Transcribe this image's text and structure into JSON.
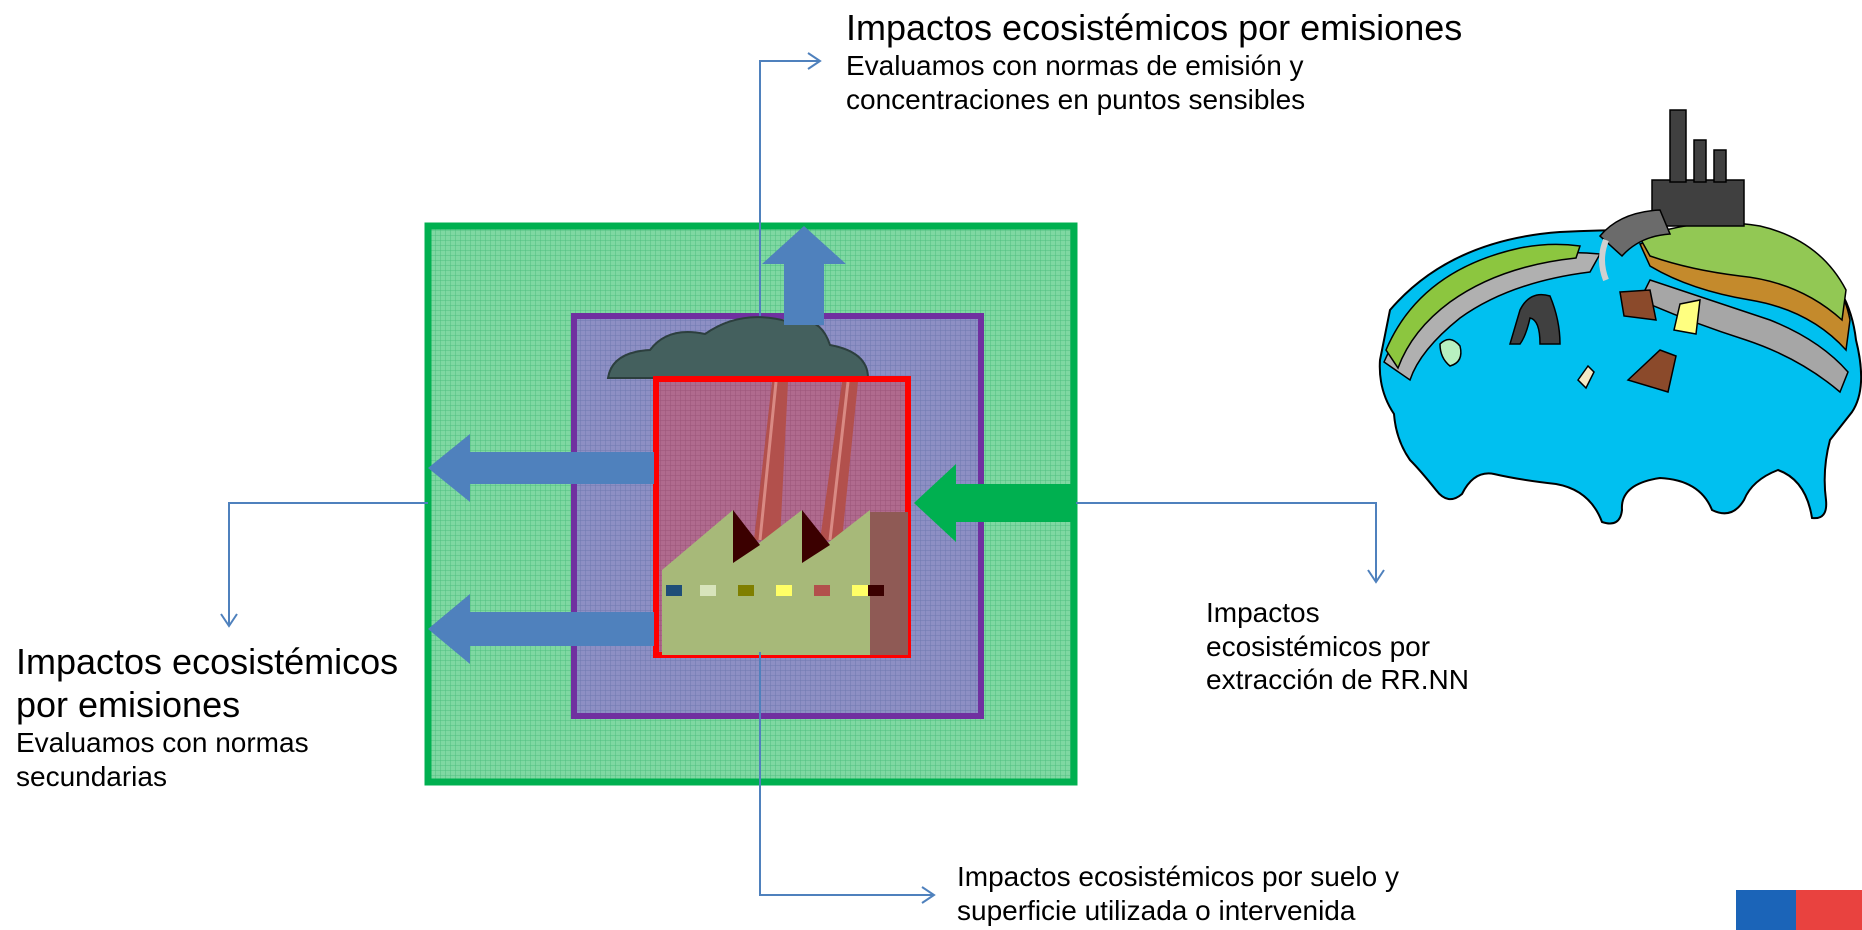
{
  "labels": {
    "top": {
      "title": "Impactos ecosistémicos por emisiones",
      "line1": "Evaluamos con normas de emisión y",
      "line2": "concentraciones en puntos sensibles"
    },
    "left": {
      "title1": "Impactos ecosistémicos",
      "title2": "por emisiones",
      "line1": "Evaluamos con normas",
      "line2": "secundarias"
    },
    "right": {
      "line1": "Impactos",
      "line2": "ecosistémicos por",
      "line3": "extracción de RR.NN"
    },
    "bottom": {
      "line1": "Impactos ecosistémicos por suelo y",
      "line2": "superficie utilizada o intervenida"
    }
  },
  "colors": {
    "outer_zone": "#00b050",
    "middle_zone": "#7030a0",
    "inner_zone": "#ff0000",
    "emission_arrows": "#4f81bd",
    "extraction_arrow": "#00b050",
    "connector_lines": "#4f81bd",
    "water": "#00c0f0"
  },
  "icons": {
    "factory": "factory-icon",
    "polluted_lake": "polluted-lake-illustration",
    "flag_corner": "flag-bar"
  }
}
